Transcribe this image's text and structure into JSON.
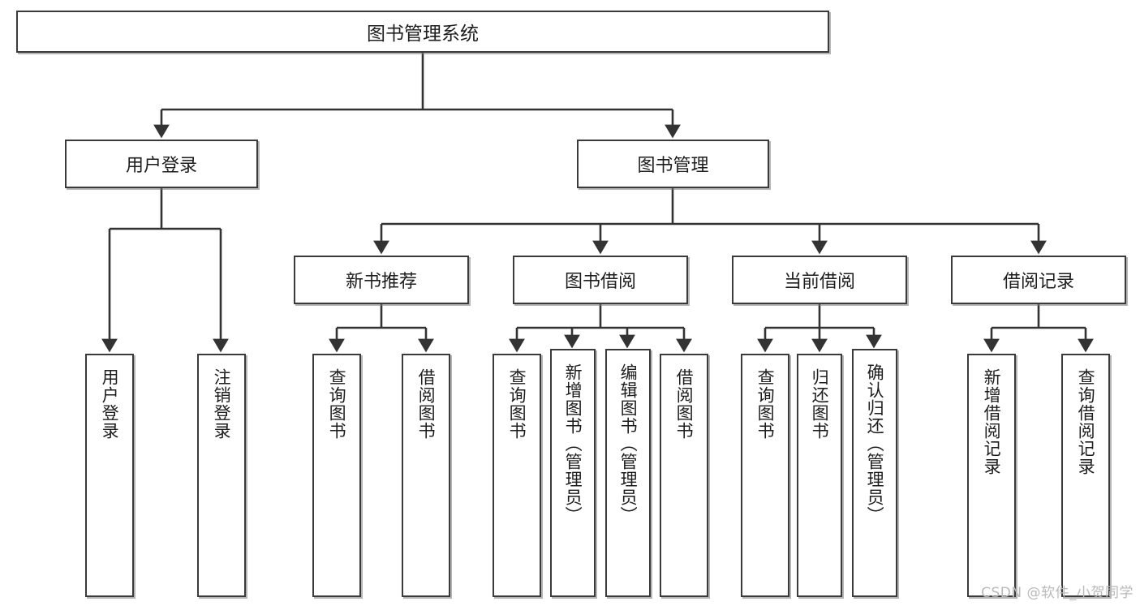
{
  "diagram": {
    "title": "图书管理系统",
    "type": "hierarchy-tree",
    "root": {
      "label": "图书管理系统"
    },
    "level1": [
      {
        "label": "用户登录"
      },
      {
        "label": "图书管理"
      }
    ],
    "level2": [
      {
        "label": "新书推荐"
      },
      {
        "label": "图书借阅"
      },
      {
        "label": "当前借阅"
      },
      {
        "label": "借阅记录"
      }
    ],
    "leaves": {
      "user_login": [
        {
          "label": "用户登录"
        },
        {
          "label": "注销登录"
        }
      ],
      "new_book": [
        {
          "label": "查询图书"
        },
        {
          "label": "借阅图书"
        }
      ],
      "book_borrow": [
        {
          "label": "查询图书"
        },
        {
          "label": "新增图书（管理员）"
        },
        {
          "label": "编辑图书（管理员）"
        },
        {
          "label": "借阅图书"
        }
      ],
      "current_borrow": [
        {
          "label": "查询图书"
        },
        {
          "label": "归还图书"
        },
        {
          "label": "确认归还（管理员）"
        }
      ],
      "borrow_record": [
        {
          "label": "新增借阅记录"
        },
        {
          "label": "查询借阅记录"
        }
      ]
    }
  },
  "watermark": {
    "text": "CSDN @软件_小贺同学"
  },
  "colors": {
    "box_border": "#3a3a3a",
    "box_fill": "#ffffff",
    "connector": "#333333",
    "text": "#1d1d1d",
    "watermark": "#b9b9b9"
  }
}
